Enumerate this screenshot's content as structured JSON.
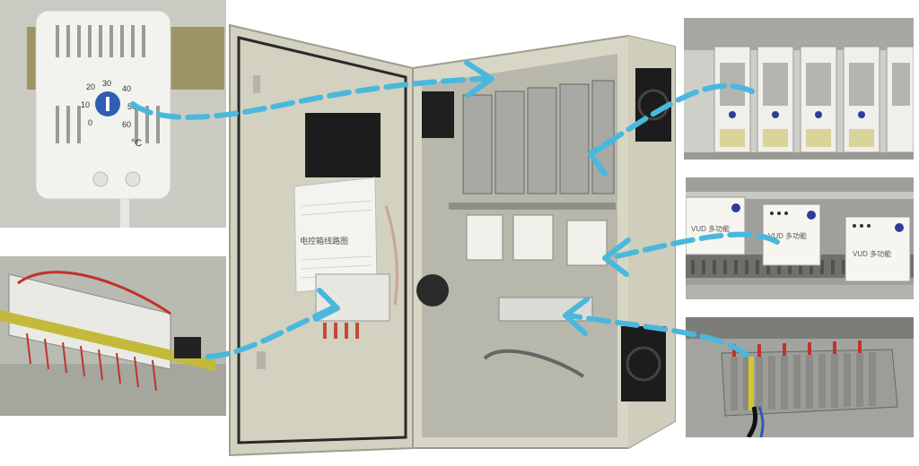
{
  "scene": {
    "subject": "electrical control cabinet with detail insets",
    "panels": [
      {
        "name": "thermostat",
        "dial_ticks": [
          "20",
          "30",
          "40",
          "10",
          "50",
          "0",
          "60"
        ],
        "unit": "°C"
      },
      {
        "name": "terminal-rail-wiring"
      },
      {
        "name": "power-supply-modules"
      },
      {
        "name": "vud-modules",
        "labels": [
          "VUD 多功能",
          "VUD 多功能",
          "VUD 多功能"
        ]
      },
      {
        "name": "terminal-block"
      }
    ],
    "door_document_title": "电控箱线路图",
    "colors": {
      "cabinet": "#d8d6c5",
      "arrow": "#4ab8dd",
      "wall": "#c9cbc2"
    }
  }
}
